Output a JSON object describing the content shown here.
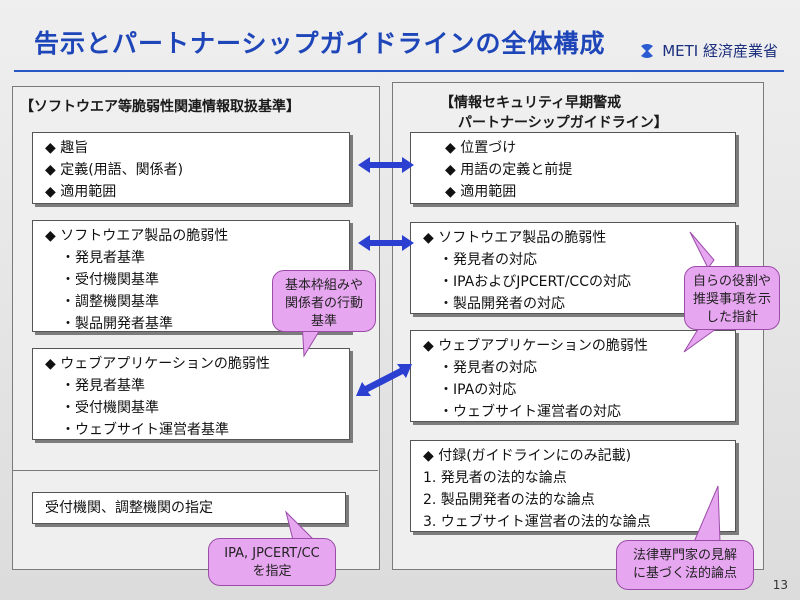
{
  "header": {
    "title": "告示とパートナーシップガイドラインの全体構成",
    "logo_text": "METI 経済産業省"
  },
  "left_panel": {
    "title": "【ソフトウエア等脆弱性関連情報取扱基準】",
    "box1": [
      "◆ 趣旨",
      "◆ 定義(用語、関係者)",
      "◆ 適用範囲"
    ],
    "box2": {
      "heading": "◆ ソフトウエア製品の脆弱性",
      "items": [
        "・発見者基準",
        "・受付機関基準",
        "・調整機関基準",
        "・製品開発者基準"
      ]
    },
    "box3": {
      "heading": "◆ ウェブアプリケーションの脆弱性",
      "items": [
        "・発見者基準",
        "・受付機関基準",
        "・ウェブサイト運営者基準"
      ]
    },
    "box4": "受付機関、調整機関の指定"
  },
  "right_panel": {
    "title_line1": "【情報セキュリティ早期警戒",
    "title_line2": "パートナーシップガイドライン】",
    "box1": [
      "◆ 位置づけ",
      "◆ 用語の定義と前提",
      "◆ 適用範囲"
    ],
    "box2": {
      "heading": "◆ ソフトウエア製品の脆弱性",
      "items": [
        "・発見者の対応",
        "・IPAおよびJPCERT/CCの対応",
        "・製品開発者の対応"
      ]
    },
    "box3": {
      "heading": "◆ ウェブアプリケーションの脆弱性",
      "items": [
        "・発見者の対応",
        "・IPAの対応",
        "・ウェブサイト運営者の対応"
      ]
    },
    "box4": {
      "heading": "◆ 付録(ガイドラインにのみ記載)",
      "items": [
        "1. 発見者の法的な論点",
        "2. 製品開発者の法的な論点",
        "3. ウェブサイト運営者の法的な論点"
      ]
    }
  },
  "callouts": {
    "framework": [
      "基本枠組みや",
      "関係者の行動",
      "基準"
    ],
    "roles": [
      "自らの役割や",
      "推奨事項を示",
      "した指針"
    ],
    "designation": [
      "IPA, JPCERT/CC",
      "を指定"
    ],
    "legal": [
      "法律専門家の見解",
      "に基づく法的論点"
    ]
  },
  "footer": {
    "page_number": "13"
  },
  "colors": {
    "title": "#1e46b9",
    "arrow": "#2b3fd1",
    "callout": "#e7a6f0"
  }
}
